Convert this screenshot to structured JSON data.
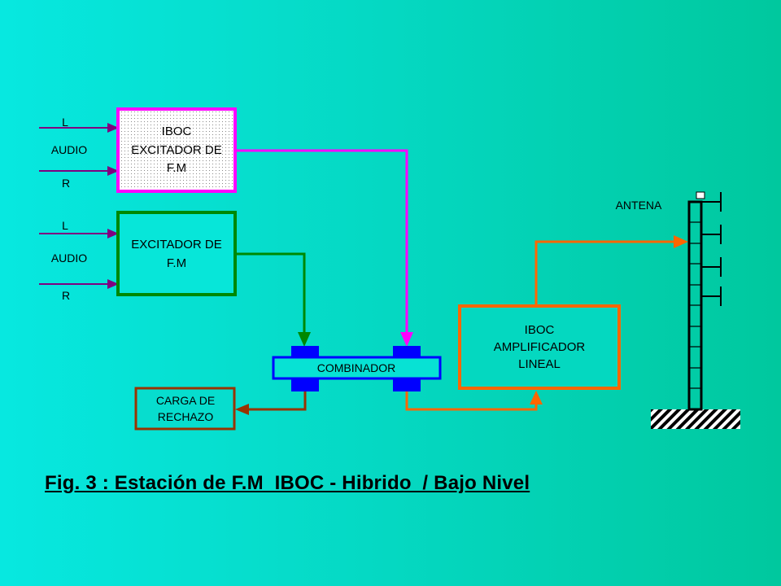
{
  "inputs": {
    "ch1": {
      "left": "L",
      "audio": "AUDIO",
      "right": "R"
    },
    "ch2": {
      "left": "L",
      "audio": "AUDIO",
      "right": "R"
    }
  },
  "blocks": {
    "iboc_exciter": [
      "IBOC",
      "EXCITADOR DE",
      "F.M"
    ],
    "fm_exciter": [
      "EXCITADOR DE",
      "F.M"
    ],
    "combiner": "COMBINADOR",
    "reject_load": [
      "CARGA DE",
      "RECHAZO"
    ],
    "amplifier": [
      "IBOC",
      "AMPLIFICADOR",
      "LINEAL"
    ],
    "antenna": "ANTENA"
  },
  "caption": "Fig. 3 : Estación de F.M  IBOC - Hibrido  / Bajo Nivel",
  "colors": {
    "iboc_path": "#FF00FF",
    "fm_path": "#008800",
    "combiner": "#0000FF",
    "reject_path": "#993300",
    "amplifier_path": "#FF6600",
    "inputs": "#800080",
    "antenna": "#000000"
  }
}
